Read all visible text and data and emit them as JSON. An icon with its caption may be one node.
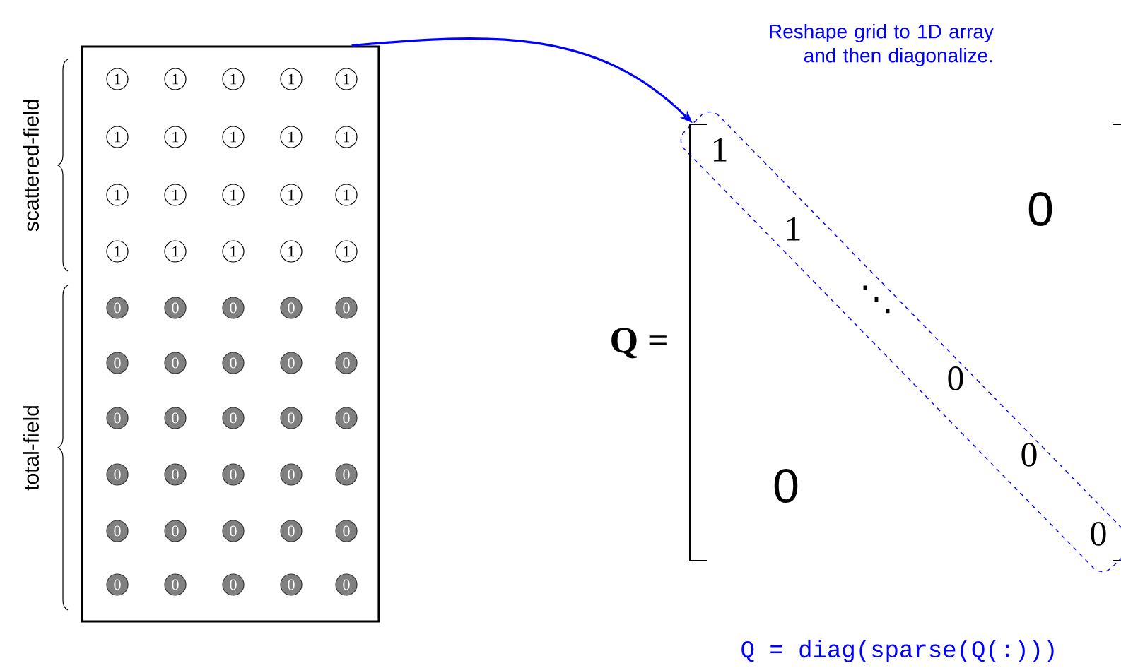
{
  "diagram": {
    "nodes": [
      {
        "text": [],
        "shape": "box"
      },
      {
        "text": [
          "1"
        ],
        "in": 0
      },
      {
        "text": [
          "1"
        ],
        "in": 0
      },
      {
        "text": [
          "1"
        ],
        "in": 0
      },
      {
        "text": [
          "1"
        ],
        "in": 0
      },
      {
        "text": [
          "1"
        ],
        "in": 0
      },
      {
        "text": [
          "1"
        ],
        "in": 0
      },
      {
        "text": [
          "1"
        ],
        "in": 0
      },
      {
        "text": [
          "1"
        ],
        "in": 0
      },
      {
        "text": [
          "1"
        ],
        "in": 0
      },
      {
        "text": [
          "1"
        ],
        "in": 0
      },
      {
        "text": [
          "1"
        ],
        "in": 0
      },
      {
        "text": [
          "1"
        ],
        "in": 0
      },
      {
        "text": [
          "1"
        ],
        "in": 0
      },
      {
        "text": [
          "1"
        ],
        "in": 0
      },
      {
        "text": [
          "1"
        ],
        "in": 0
      },
      {
        "text": [
          "1"
        ],
        "in": 0
      },
      {
        "text": [
          "1"
        ],
        "in": 0
      },
      {
        "text": [
          "1"
        ],
        "in": 0
      },
      {
        "text": [
          "1"
        ],
        "in": 0
      },
      {
        "text": [
          "1"
        ],
        "in": 0
      },
      {
        "text": [
          "0"
        ],
        "in": 0
      },
      {
        "text": [
          "0"
        ],
        "in": 0
      },
      {
        "text": [
          "0"
        ],
        "in": 0
      },
      {
        "text": [
          "0"
        ],
        "in": 0
      },
      {
        "text": [
          "0"
        ],
        "in": 0
      },
      {
        "text": [
          "0"
        ],
        "in": 0
      },
      {
        "text": [
          "0"
        ],
        "in": 0
      },
      {
        "text": [
          "0"
        ],
        "in": 0
      },
      {
        "text": [
          "0"
        ],
        "in": 0
      },
      {
        "text": [
          "0"
        ],
        "in": 0
      },
      {
        "text": [
          "0"
        ],
        "in": 0
      },
      {
        "text": [
          "0"
        ],
        "in": 0
      },
      {
        "text": [
          "0"
        ],
        "in": 0
      },
      {
        "text": [
          "0"
        ],
        "in": 0
      },
      {
        "text": [
          "0"
        ],
        "in": 0
      },
      {
        "text": [
          "0"
        ],
        "in": 0
      },
      {
        "text": [
          "0"
        ],
        "in": 0
      },
      {
        "text": [
          "0"
        ],
        "in": 0
      },
      {
        "text": [
          "0"
        ],
        "in": 0
      },
      {
        "text": [
          "0"
        ],
        "in": 0
      },
      {
        "text": [
          "0"
        ],
        "in": 0
      },
      {
        "text": [
          "0"
        ],
        "in": 0
      },
      {
        "text": [
          "0"
        ],
        "in": 0
      },
      {
        "text": [
          "0"
        ],
        "in": 0
      },
      {
        "text": [
          "0"
        ],
        "in": 0
      },
      {
        "text": [
          "0"
        ],
        "in": 0
      },
      {
        "text": [
          "0"
        ],
        "in": 0
      },
      {
        "text": [
          "0"
        ],
        "in": 0
      },
      {
        "text": [
          "0"
        ],
        "in": 0
      },
      {
        "text": [
          "0"
        ],
        "in": 0
      },
      {
        "text": [
          "1",
          "1",
          "⋱",
          "0",
          "0",
          "0"
        ]
      }
    ],
    "edges": [
      {
        "from": 0,
        "to": 51,
        "arrow": "to",
        "label": "Reshape grid to 1D array and then diagonalize."
      }
    ],
    "labels": [
      "scattered-field",
      "total-field",
      "**Q** =",
      "0",
      "0",
      "Q = diag(sparse(Q(:)))"
    ]
  }
}
